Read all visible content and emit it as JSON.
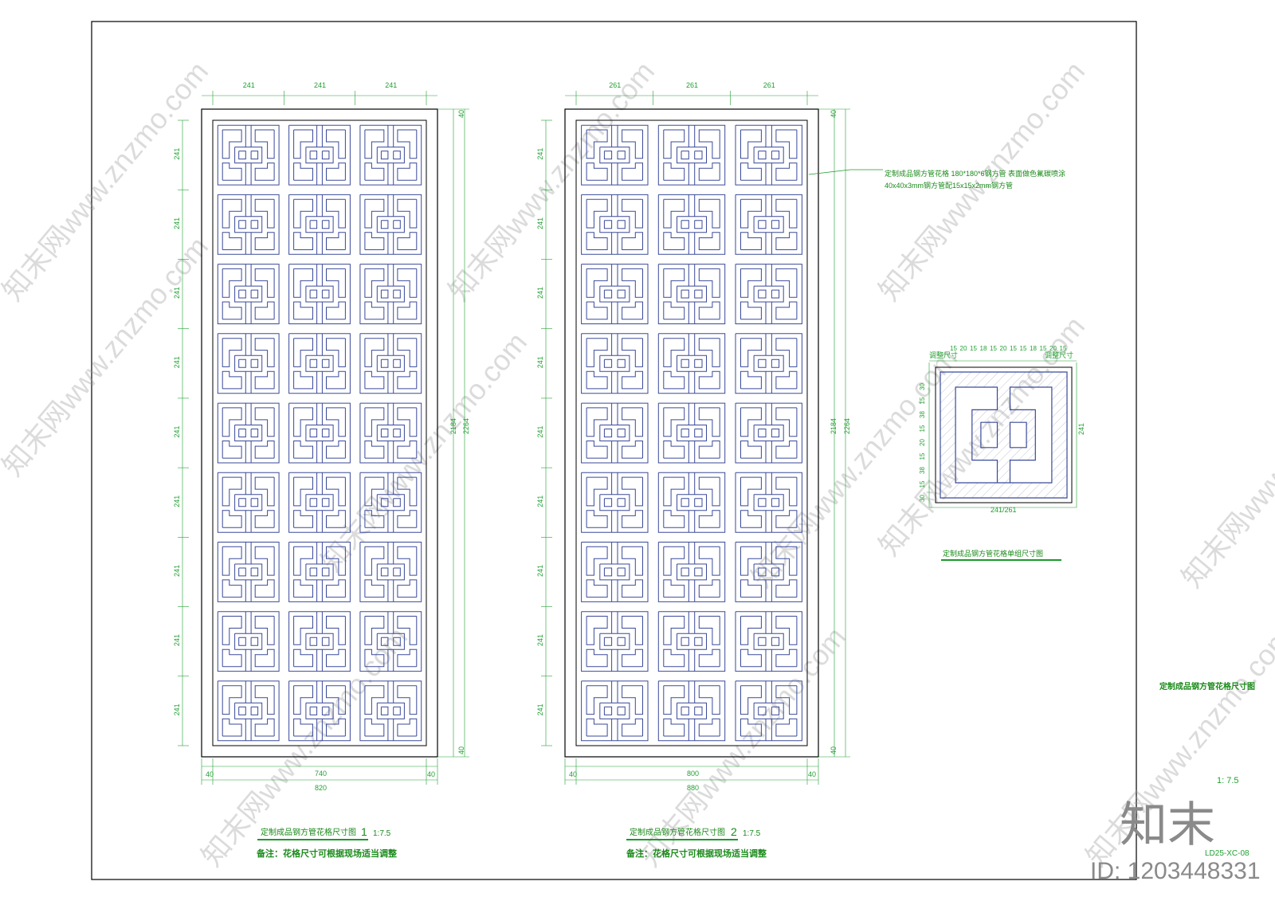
{
  "panel1": {
    "top_dims": [
      "241",
      "241",
      "241"
    ],
    "side_dims": [
      "241",
      "241",
      "241",
      "241",
      "241",
      "241",
      "241",
      "241",
      "241"
    ],
    "edge_top": "40",
    "edge_bottom": "40",
    "inner_height": "2184",
    "total_height": "2264",
    "bottom_left": "40",
    "bottom_inner": "740",
    "bottom_right": "40",
    "bottom_total": "820",
    "title": "定制成品钢方管花格尺寸图",
    "number": "1",
    "scale": "1:7.5",
    "note": "备注：花格尺寸可根据现场适当调整"
  },
  "panel2": {
    "top_dims": [
      "261",
      "261",
      "261"
    ],
    "side_dims": [
      "241",
      "241",
      "241",
      "241",
      "241",
      "241",
      "241",
      "241",
      "241"
    ],
    "edge_top": "40",
    "edge_bottom": "40",
    "inner_height": "2184",
    "total_height": "2264",
    "bottom_left": "40",
    "bottom_inner": "800",
    "bottom_right": "40",
    "bottom_total": "880",
    "title": "定制成品钢方管花格尺寸图",
    "number": "2",
    "scale": "1:7.5",
    "note": "备注：花格尺寸可根据现场适当调整",
    "callout_line1": "定制成品钢方管花格 180*180*6钢方管 表面做色氟碳喷涂",
    "callout_line2": "40x40x3mm钢方管配15x15x2mm钢方管"
  },
  "detail": {
    "top_dims": [
      "15",
      "20",
      "15",
      "18",
      "15",
      "20",
      "15",
      "15",
      "18",
      "15",
      "20",
      "15"
    ],
    "adjust_left": "调整尺寸",
    "adjust_right": "调整尺寸",
    "left_dims": [
      "30",
      "15",
      "38",
      "15",
      "20",
      "15",
      "38",
      "15",
      "30"
    ],
    "right_dim": "241",
    "bottom_dim": "241/261",
    "title": "定制成品钢方管花格单组尺寸图"
  },
  "sheet": {
    "main_title": "定制成品钢方管花格尺寸图",
    "scale": "1: 7.5",
    "drawing_no": "LD25-XC-08"
  },
  "watermark": {
    "text": "知末网www.znzmo.com",
    "logo": "知末",
    "id": "ID: 1203448331"
  },
  "colors": {
    "pattern": "#3a4a9a",
    "dimension": "#22a032",
    "frame": "#000000",
    "hatch": "#9aa0b8"
  }
}
